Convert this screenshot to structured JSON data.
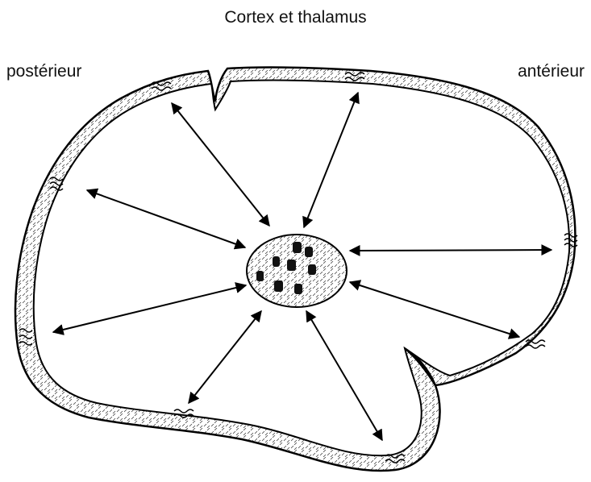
{
  "diagram": {
    "title": "Cortex et thalamus",
    "label_left": "postérieur",
    "label_right": "antérieur"
  }
}
